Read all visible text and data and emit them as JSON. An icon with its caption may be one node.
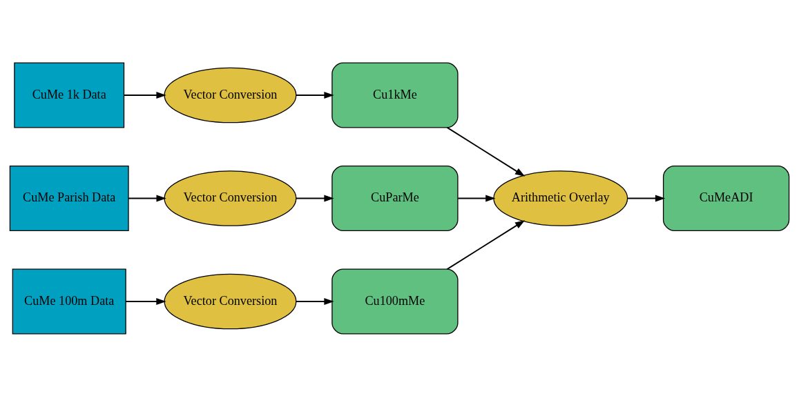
{
  "diagram": {
    "nodes": [
      {
        "text": [
          "CuMe 1k Data"
        ]
      },
      {
        "text": [
          "Vector Conversion"
        ]
      },
      {
        "text": [
          "Cu1kMe"
        ]
      },
      {
        "text": [
          "CuMe Parish Data"
        ]
      },
      {
        "text": [
          "Vector Conversion"
        ]
      },
      {
        "text": [
          "CuParMe"
        ]
      },
      {
        "text": [
          "CuMe 100m Data"
        ]
      },
      {
        "text": [
          "Vector Conversion"
        ]
      },
      {
        "text": [
          "Cu100mMe"
        ]
      },
      {
        "text": [
          "Arithmetic Overlay"
        ]
      },
      {
        "text": [
          "CuMeADI"
        ]
      }
    ],
    "edges": [
      {
        "from": 0,
        "to": 1,
        "arrow": "to"
      },
      {
        "from": 1,
        "to": 2,
        "arrow": "to"
      },
      {
        "from": 3,
        "to": 4,
        "arrow": "to"
      },
      {
        "from": 4,
        "to": 5,
        "arrow": "to"
      },
      {
        "from": 6,
        "to": 7,
        "arrow": "to"
      },
      {
        "from": 7,
        "to": 8,
        "arrow": "to"
      },
      {
        "from": 2,
        "to": 9,
        "arrow": "to"
      },
      {
        "from": 5,
        "to": 9,
        "arrow": "to"
      },
      {
        "from": 8,
        "to": 9,
        "arrow": "to"
      },
      {
        "from": 9,
        "to": 10,
        "arrow": "to"
      }
    ]
  }
}
